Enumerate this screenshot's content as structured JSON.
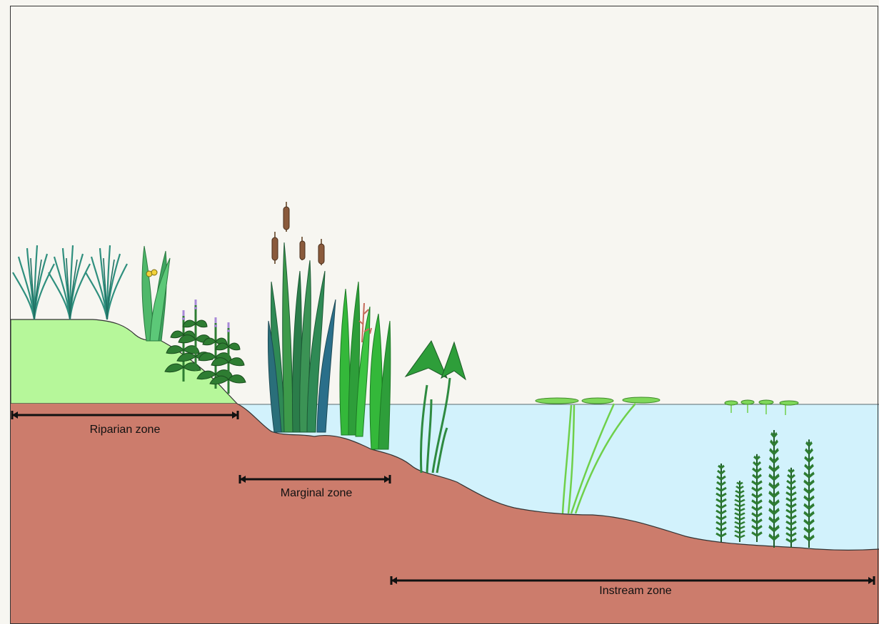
{
  "diagram": {
    "zones": {
      "riparian": {
        "label": "Riparian zone"
      },
      "marginal": {
        "label": "Marginal zone"
      },
      "instream": {
        "label": "Instream zone"
      }
    },
    "colors": {
      "sky": "#f7f6f1",
      "water": "#d2f2fc",
      "soil": "#cc7c6c",
      "bank_grass": "#b6f79a",
      "outline": "#222222",
      "scale_bar": "#111111",
      "dark_leaf": "#2e7d32",
      "mid_leaf": "#3d9a4a",
      "bright_leaf": "#34b83a",
      "teal_leaf": "#2f8f7e",
      "lily_pad": "#7fd85a",
      "cattail_head": "#8a5a3c",
      "iris_flower": "#f2d23a",
      "bloom": "#a88ad8"
    },
    "icons": [
      "rush-icon",
      "iris-icon",
      "flowering-herb-icon",
      "cattail-icon",
      "sedge-icon",
      "arrowhead-plant-icon",
      "water-lily-icon",
      "duckweed-icon",
      "waterweed-icon"
    ]
  }
}
